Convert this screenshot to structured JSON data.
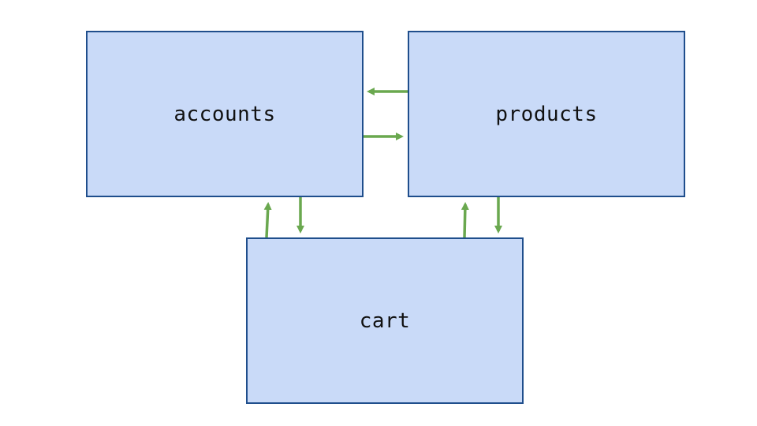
{
  "diagram": {
    "colors": {
      "node_fill": "#c9daf8",
      "node_border": "#1f4e8c",
      "arrow": "#6aa84f"
    },
    "nodes": {
      "accounts": {
        "label": "accounts"
      },
      "products": {
        "label": "products"
      },
      "cart": {
        "label": "cart"
      }
    },
    "edges": [
      {
        "from": "products",
        "to": "accounts"
      },
      {
        "from": "accounts",
        "to": "products"
      },
      {
        "from": "cart",
        "to": "accounts"
      },
      {
        "from": "accounts",
        "to": "cart"
      },
      {
        "from": "cart",
        "to": "products"
      },
      {
        "from": "products",
        "to": "cart"
      }
    ]
  }
}
